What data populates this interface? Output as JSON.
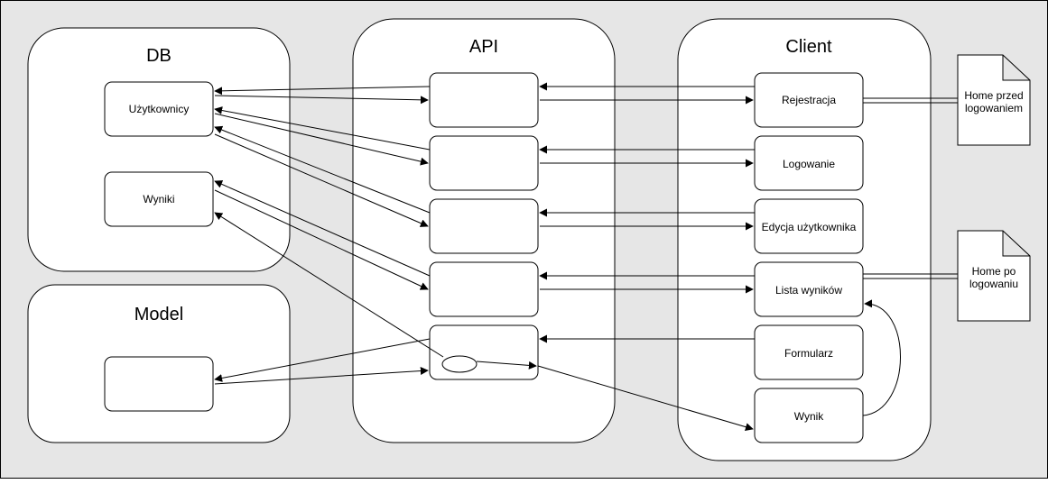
{
  "colors": {
    "background": "#e6e6e6",
    "box_fill": "#ffffff",
    "stroke": "#000000"
  },
  "containers": {
    "db": "DB",
    "api": "API",
    "client": "Client",
    "model": "Model"
  },
  "db": {
    "uzytkownicy": "Użytkownicy",
    "wyniki": "Wyniki"
  },
  "client": {
    "rejestracja": "Rejestracja",
    "logowanie": "Logowanie",
    "edycja": "Edycja użytkownika",
    "lista": "Lista wyników",
    "formularz": "Formularz",
    "wynik": "Wynik"
  },
  "documents": {
    "home_before": [
      "Home przed",
      "logowaniem"
    ],
    "home_after": [
      "Home po",
      "logowaniu"
    ]
  }
}
